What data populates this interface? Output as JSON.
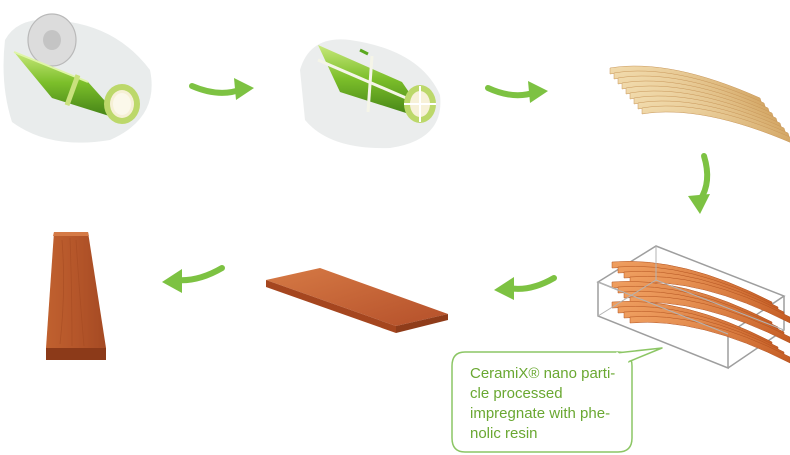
{
  "callout": {
    "text": "CeramiX® nano parti-\ncle processed\nimpregnate with phe-\nnolic resin",
    "color": "#6aa832"
  },
  "steps": [
    {
      "name": "bamboo-stalk-cut",
      "icon": "bamboo-saw-icon"
    },
    {
      "name": "bamboo-split",
      "icon": "bamboo-split-icon"
    },
    {
      "name": "bamboo-strips",
      "icon": "strips-icon"
    },
    {
      "name": "resin-impregnated-bundle",
      "icon": "bundle-icon"
    },
    {
      "name": "pressed-board",
      "icon": "board-icon"
    },
    {
      "name": "finished-plank",
      "icon": "plank-icon"
    }
  ],
  "colors": {
    "arrow": "#7dc242",
    "bamboo_green": "#7cbf2a",
    "bamboo_dark": "#4f8f1b",
    "strip_light": "#e2c08a",
    "strip_orange": "#d9772f",
    "board": "#c0602c",
    "plank": "#b4542a",
    "outline": "#a0a0a0"
  }
}
